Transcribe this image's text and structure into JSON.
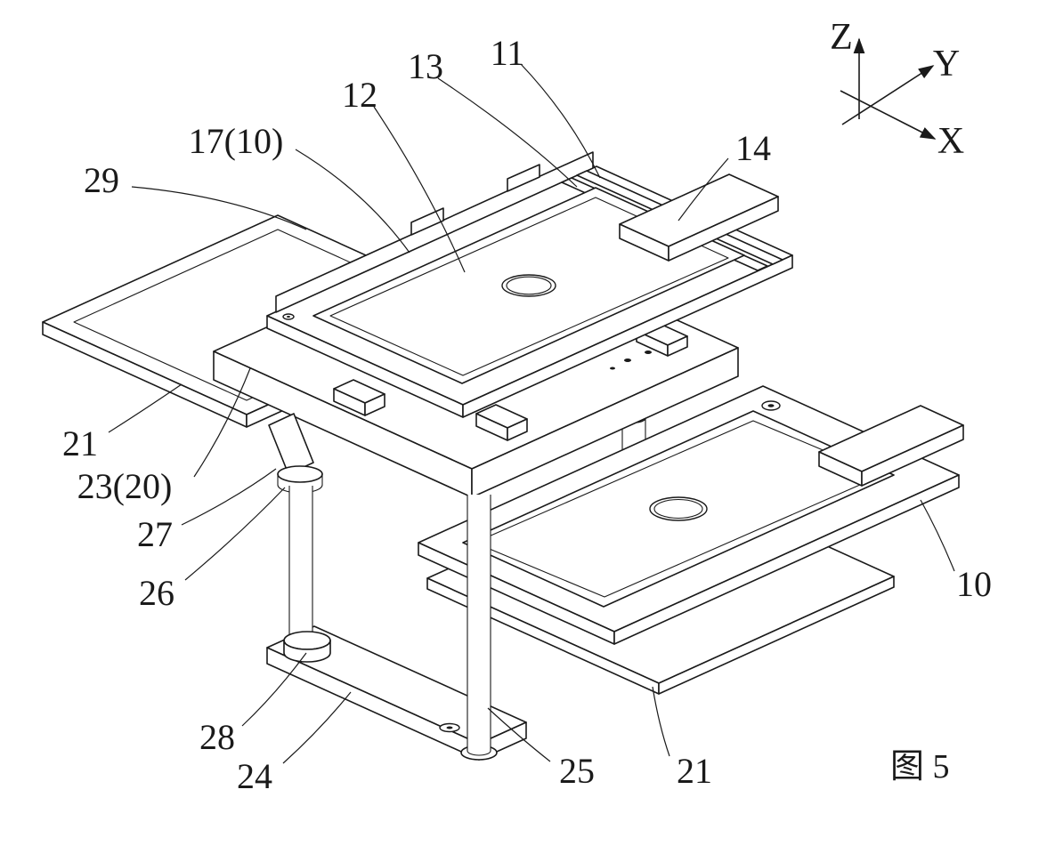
{
  "figure": {
    "caption": "图 5"
  },
  "axes": {
    "z": "Z",
    "y": "Y",
    "x": "X"
  },
  "part_labels": [
    {
      "ref": "11"
    },
    {
      "ref": "13"
    },
    {
      "ref": "12"
    },
    {
      "ref": "17(10)"
    },
    {
      "ref": "14"
    },
    {
      "ref": "29"
    },
    {
      "ref": "21"
    },
    {
      "ref": "23(20)"
    },
    {
      "ref": "27"
    },
    {
      "ref": "26"
    },
    {
      "ref": "28"
    },
    {
      "ref": "24"
    },
    {
      "ref": "25"
    },
    {
      "ref": "21"
    },
    {
      "ref": "10"
    }
  ],
  "colors": {
    "line": "#1a1a1a",
    "background": "#ffffff"
  }
}
